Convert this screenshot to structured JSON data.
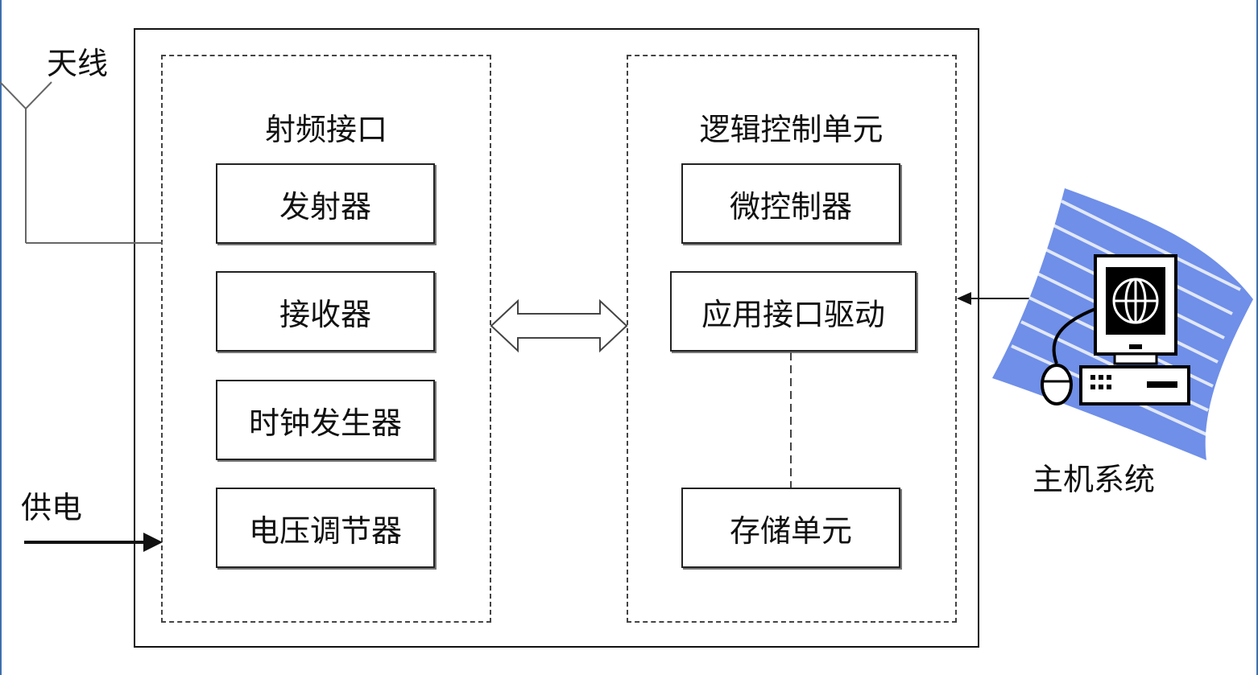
{
  "labels": {
    "antenna": "天线",
    "power_supply": "供电",
    "host_system": "主机系统"
  },
  "rf_interface": {
    "title": "射频接口",
    "blocks": [
      "发射器",
      "接收器",
      "时钟发生器",
      "电压调节器"
    ]
  },
  "logic_control": {
    "title": "逻辑控制单元",
    "blocks": [
      "微控制器",
      "应用接口驱动",
      "存储单元"
    ]
  },
  "colors": {
    "line": "#111111",
    "host_backdrop": "#6f8fe8",
    "monitor_screen": "#000000",
    "page_edge": "#3d6fb0"
  },
  "icons": [
    "antenna-icon",
    "double-arrow-icon",
    "computer-icon"
  ]
}
